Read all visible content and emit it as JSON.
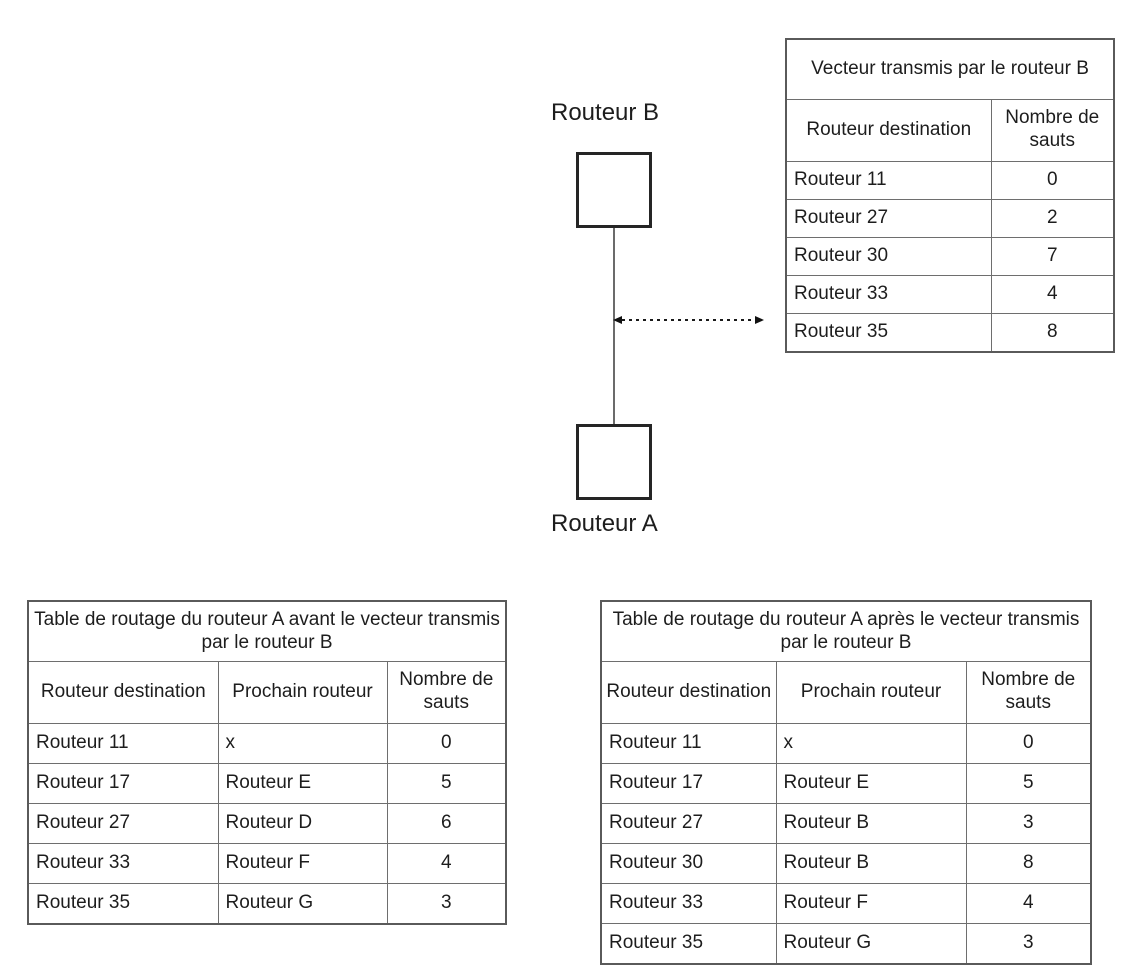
{
  "diagram": {
    "router_b_label": "Routeur B",
    "router_a_label": "Routeur A",
    "link_description": "vecteur-transmission-arrow"
  },
  "vector_table": {
    "title": "Vecteur transmis par le routeur B",
    "headers": [
      "Routeur destination",
      "Nombre de sauts"
    ],
    "rows": [
      {
        "destination": "Routeur 11",
        "hops": "0"
      },
      {
        "destination": "Routeur 27",
        "hops": "2"
      },
      {
        "destination": "Routeur 30",
        "hops": "7"
      },
      {
        "destination": "Routeur 33",
        "hops": "4"
      },
      {
        "destination": "Routeur 35",
        "hops": "8"
      }
    ]
  },
  "before_table": {
    "title": "Table de routage du routeur A avant le vecteur transmis par le routeur B",
    "headers": [
      "Routeur destination",
      "Prochain routeur",
      "Nombre de sauts"
    ],
    "rows": [
      {
        "destination": "Routeur 11",
        "next": "x",
        "hops": "0"
      },
      {
        "destination": "Routeur 17",
        "next": "Routeur E",
        "hops": "5"
      },
      {
        "destination": "Routeur 27",
        "next": "Routeur D",
        "hops": "6"
      },
      {
        "destination": "Routeur 33",
        "next": "Routeur F",
        "hops": "4"
      },
      {
        "destination": "Routeur 35",
        "next": "Routeur G",
        "hops": "3"
      }
    ]
  },
  "after_table": {
    "title": "Table de routage du routeur A après le vecteur transmis par le routeur B",
    "headers": [
      "Routeur destination",
      "Prochain routeur",
      "Nombre de sauts"
    ],
    "rows": [
      {
        "destination": "Routeur 11",
        "next": "x",
        "hops": "0"
      },
      {
        "destination": "Routeur 17",
        "next": "Routeur E",
        "hops": "5"
      },
      {
        "destination": "Routeur 27",
        "next": "Routeur B",
        "hops": "3"
      },
      {
        "destination": "Routeur 30",
        "next": "Routeur B",
        "hops": "8"
      },
      {
        "destination": "Routeur 33",
        "next": "Routeur F",
        "hops": "4"
      },
      {
        "destination": "Routeur 35",
        "next": "Routeur G",
        "hops": "3"
      }
    ]
  },
  "colors": {
    "node_border": "#252525",
    "table_border": "#5a5a5a",
    "cell_border": "#6e6e6e",
    "text": "#1d1d1d",
    "link": "#6b6b6b"
  }
}
